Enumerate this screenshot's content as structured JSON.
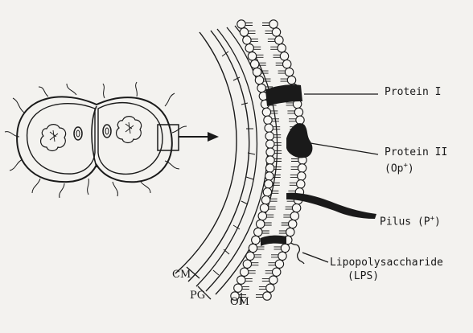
{
  "labels": {
    "protein1": "Protein I",
    "protein2_line1": "Protein II",
    "protein2_line2": "(Op+)",
    "pilus": "Pilus (P+)",
    "lps_line1": "Lipopolysaccharide",
    "lps_line2": "(LPS)",
    "cm": "CM",
    "pg": "PG",
    "om": "OM"
  },
  "colors": {
    "ink": "#1a1a1a",
    "paper": "#f3f2ef"
  }
}
